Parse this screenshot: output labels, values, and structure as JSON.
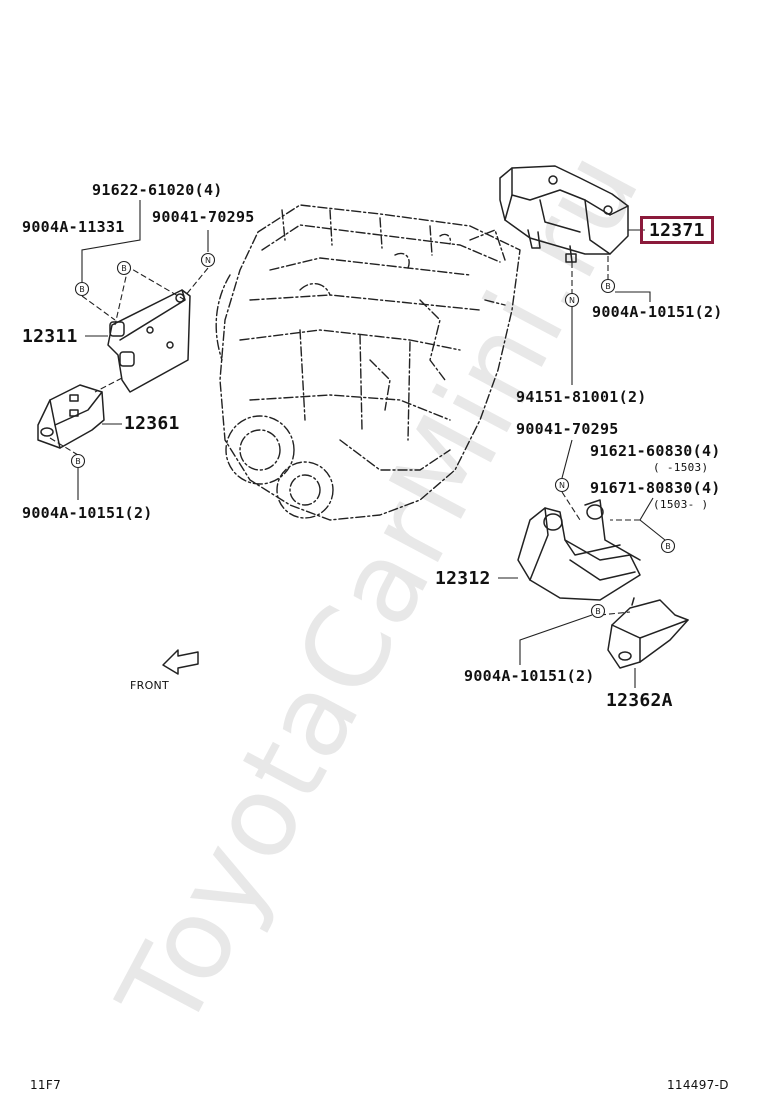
{
  "watermark": "ToyotaCarMini.ru",
  "callouts": {
    "p91622": "91622-61020(4)",
    "p9004a_11331": "9004A-11331",
    "p90041_a": "90041-70295",
    "p12311": "12311",
    "p12361": "12361",
    "p9004a_10151_a": "9004A-10151(2)",
    "p12371": "12371",
    "p9004a_10151_b": "9004A-10151(2)",
    "p94151": "94151-81001(2)",
    "p90041_b": "90041-70295",
    "p91621": "91621-60830(4)",
    "p91621_note": "(    -1503)",
    "p91671": "91671-80830(4)",
    "p91671_note": "(1503-     )",
    "p12312": "12312",
    "p9004a_10151_c": "9004A-10151(2)",
    "p12362a": "12362A"
  },
  "markers": {
    "b": "B",
    "n": "N"
  },
  "front_label": "FRONT",
  "footer": {
    "left": "11F7",
    "right": "114497-D"
  },
  "highlight_color": "#8b1a3b"
}
